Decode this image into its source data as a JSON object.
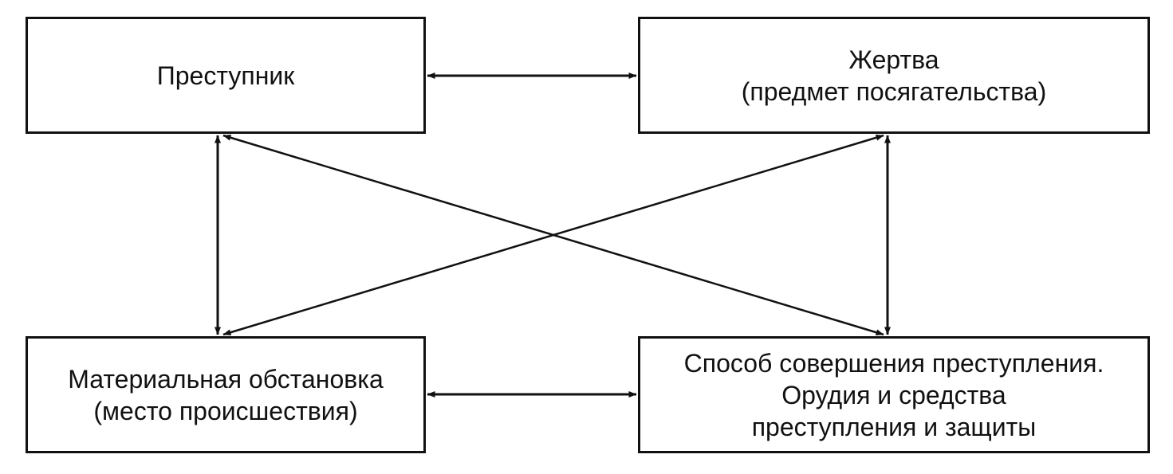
{
  "nodes": {
    "criminal": {
      "lines": [
        "Преступник"
      ]
    },
    "victim": {
      "lines": [
        "Жертва",
        "(предмет посягательства)"
      ]
    },
    "setting": {
      "lines": [
        "Материальная обстановка",
        "(место происшествия)"
      ]
    },
    "method": {
      "lines": [
        "Способ совершения преступления.",
        "Орудия и средства",
        "преступления и защиты"
      ]
    }
  },
  "edges": [
    {
      "from": "criminal",
      "to": "victim",
      "direction": "both"
    },
    {
      "from": "setting",
      "to": "method",
      "direction": "both"
    },
    {
      "from": "criminal",
      "to": "setting",
      "direction": "both"
    },
    {
      "from": "victim",
      "to": "method",
      "direction": "both"
    },
    {
      "from": "criminal",
      "to": "method",
      "direction": "both"
    },
    {
      "from": "victim",
      "to": "setting",
      "direction": "both"
    }
  ]
}
